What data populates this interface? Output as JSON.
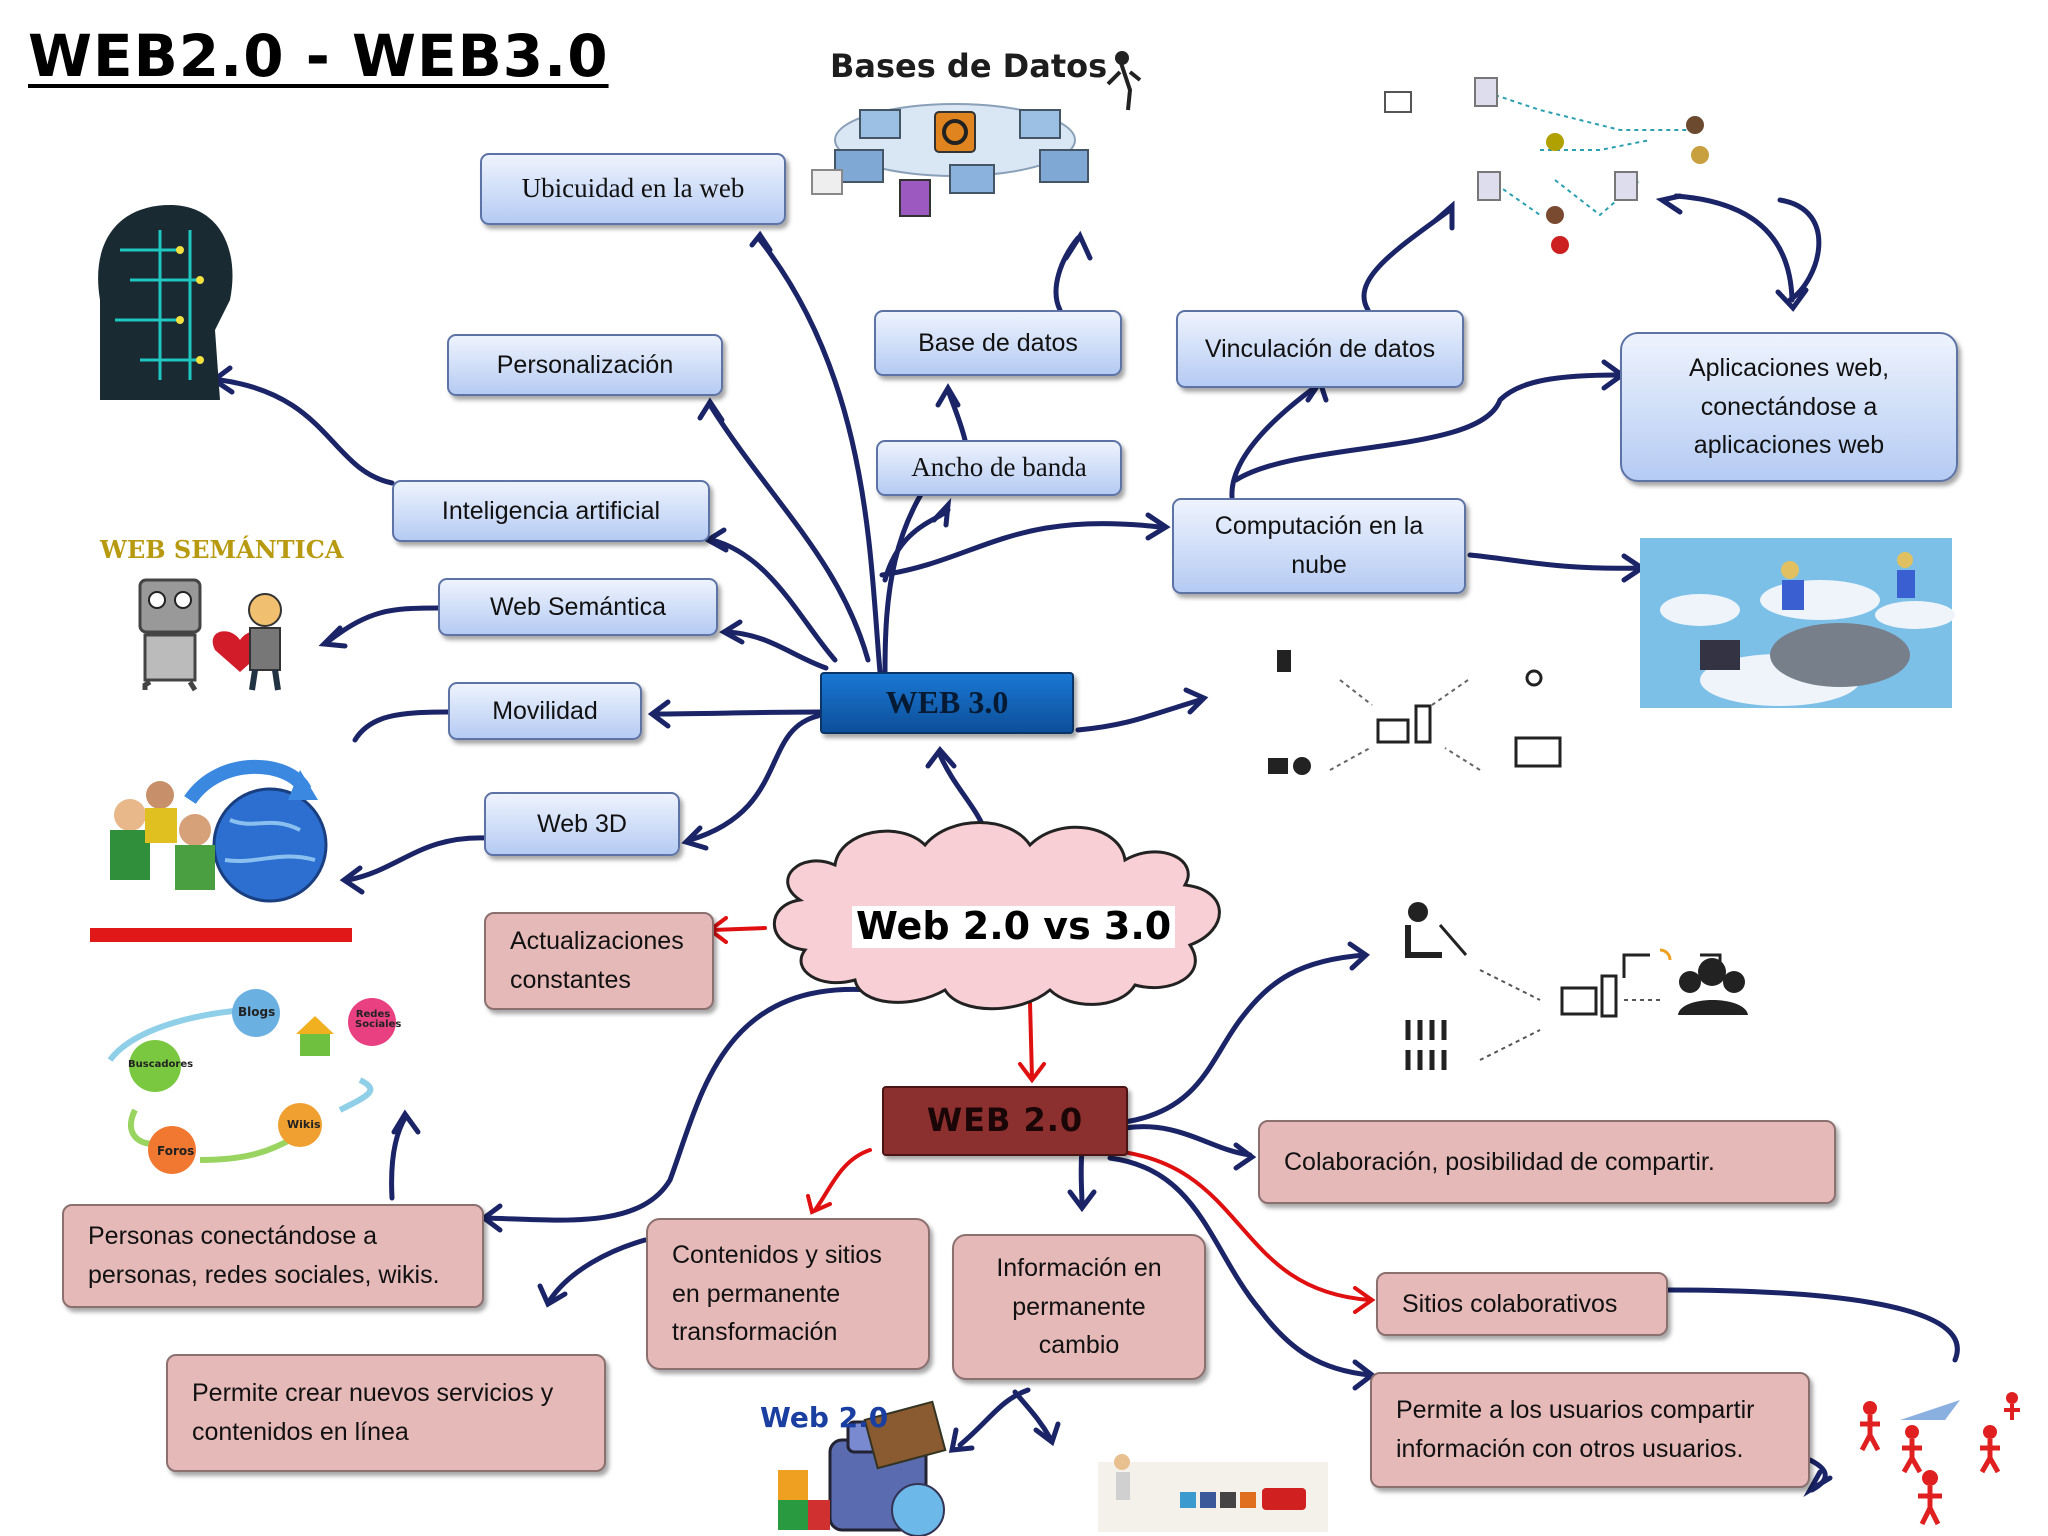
{
  "title": "WEB2.0 - WEB3.0",
  "center": {
    "label": "Web 2.0 vs 3.0"
  },
  "web30": {
    "label": "WEB 3.0",
    "branches": {
      "ubicuidad": "Ubicuidad en la web",
      "personalizacion": "Personalización",
      "base_datos": "Base de datos",
      "ancho_banda": "Ancho de banda",
      "vinculacion": "Vinculación de datos",
      "aplicaciones": [
        "Aplicaciones web,",
        "conectándose a",
        "aplicaciones web"
      ],
      "inteligencia": "Inteligencia artificial",
      "semantica": "Web Semántica",
      "movilidad": "Movilidad",
      "web3d": "Web 3D",
      "nube": [
        "Computación en la",
        "nube"
      ]
    }
  },
  "web20": {
    "label": "WEB  2.0",
    "branches": {
      "actualizaciones": [
        "Actualizaciones",
        "constantes"
      ],
      "colaboracion": "Colaboración,  posibilidad de compartir.",
      "personas": [
        "Personas conectándose a",
        "personas, redes sociales, wikis."
      ],
      "contenidos": [
        "Contenidos  y sitios",
        "en  permanente",
        "transformación"
      ],
      "informacion": [
        "Información en",
        "permanente",
        "cambio"
      ],
      "sitios": "Sitios colaborativos",
      "crear": [
        "Permite crear nuevos servicios y",
        "contenidos en línea"
      ],
      "compartir": [
        "Permite a los usuarios  compartir",
        "información con otros usuarios."
      ]
    }
  },
  "images": {
    "bases_datos_title": "Bases de Datos",
    "web_semantica_title": "WEB SEMÁNTICA",
    "web20_logo": "Web 2.0",
    "blogs": "Blogs",
    "redes": "Redes Sociales",
    "buscadores": "Buscadores",
    "wikis": "Wikis",
    "foros": "Foros"
  },
  "colors": {
    "connector": "#1a2466",
    "connector_red": "#e01010",
    "web30_fill": "#1367c1",
    "web20_fill": "#8b2f2f",
    "blue_box": "#b5cbf3",
    "pink_box": "#e6b9b9",
    "cloud": "#f9cfd6"
  }
}
